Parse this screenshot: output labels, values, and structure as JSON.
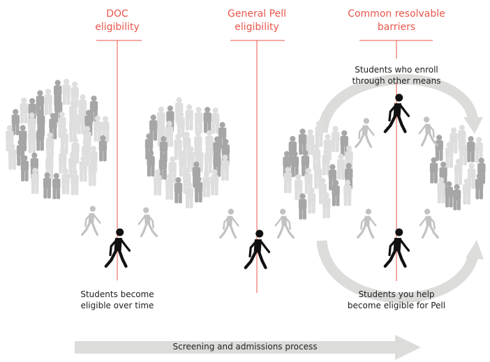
{
  "headers": [
    {
      "line1": "DOC",
      "line2": "eligibility"
    },
    {
      "line1": "General Pell",
      "line2": "eligibility"
    },
    {
      "line1": "Common resolvable",
      "line2": "barriers"
    }
  ],
  "captions": {
    "stage1": {
      "line1": "Students become",
      "line2": "eligible over time"
    },
    "enroll_other": {
      "line1": "Students who enroll",
      "line2": "through other means"
    },
    "help_pell": {
      "line1": "Students you help",
      "line2": "become eligible for Pell"
    }
  },
  "process_arrow_label": "Screening and admissions process",
  "colors": {
    "accent": "#e8554a",
    "crowd_dark": "#a6a6a6",
    "crowd_light": "#dedede",
    "walker_mid": "#c2c2c2",
    "focus": "#111111",
    "arrow": "#dcdcda"
  },
  "icons": {
    "person": "standing-person-icon",
    "walker": "walking-person-icon"
  }
}
